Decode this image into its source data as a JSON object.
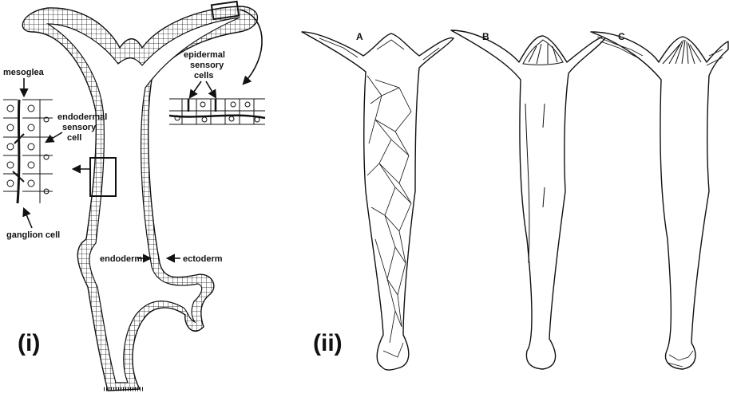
{
  "panel_i": {
    "label": "(i)",
    "labels": {
      "mesoglea": "mesoglea",
      "endodermal_sensory_cell": [
        "endodermal",
        "sensory",
        "cell"
      ],
      "ganglion_cell": "ganglion cell",
      "epidermal_sensory_cells": [
        "epidermal",
        "sensory",
        "cells"
      ],
      "endoderm": "endoderm",
      "ectoderm": "ectoderm"
    }
  },
  "panel_ii": {
    "label": "(ii)",
    "letters": [
      "A",
      "B",
      "C"
    ]
  }
}
